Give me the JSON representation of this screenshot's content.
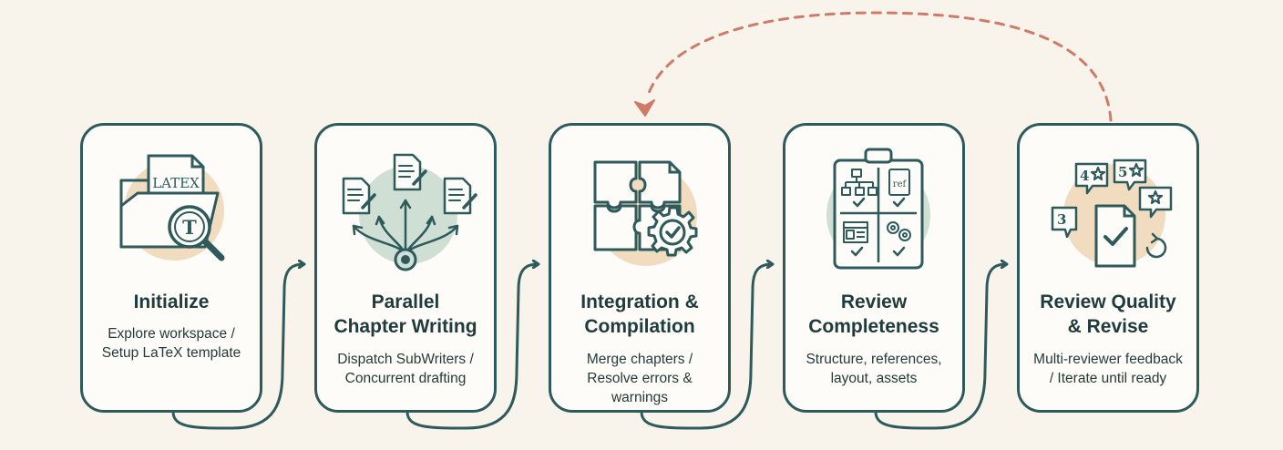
{
  "colors": {
    "teal": "#2e5a5c",
    "sage": "#cfdfd3",
    "peach": "#f2dcc0",
    "feedback_arrow": "#d07b68",
    "background": "#f8f4ec"
  },
  "steps": [
    {
      "title_lines": [
        "Initialize"
      ],
      "desc_lines": [
        "Explore workspace /",
        "Setup LaTeX template"
      ],
      "icon": "folder-latex-magnifier-icon",
      "icon_text": "LATEX",
      "icon_letter": "T"
    },
    {
      "title_lines": [
        "Parallel",
        "Chapter Writing"
      ],
      "desc_lines": [
        "Dispatch SubWriters /",
        "Concurrent drafting"
      ],
      "icon": "dispatch-documents-icon"
    },
    {
      "title_lines": [
        "Integration &",
        "Compilation"
      ],
      "desc_lines": [
        "Merge chapters /",
        "Resolve errors &",
        "warnings"
      ],
      "icon": "puzzle-gear-icon"
    },
    {
      "title_lines": [
        "Review",
        "Completeness"
      ],
      "desc_lines": [
        "Structure, references,",
        "layout, assets"
      ],
      "icon": "clipboard-checklist-icon",
      "icon_text": "ref"
    },
    {
      "title_lines": [
        "Review Quality",
        "& Revise"
      ],
      "desc_lines": [
        "Multi-reviewer feedback",
        "/ Iterate until ready"
      ],
      "icon": "reviews-ratings-icon",
      "badges": [
        "4",
        "5",
        "3"
      ]
    }
  ]
}
